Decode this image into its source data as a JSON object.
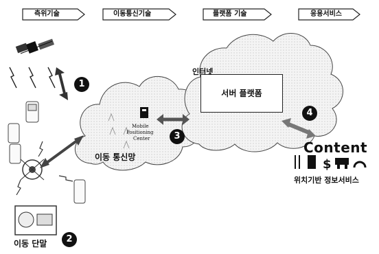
{
  "header": {
    "steps": [
      {
        "label": "측위기술"
      },
      {
        "label": "이동통신기술"
      },
      {
        "label": "플랫폼 기술"
      },
      {
        "label": "응용서비스"
      }
    ]
  },
  "nodes": {
    "internet_label": "인터넷",
    "server_platform_label": "서버 플랫폼",
    "mobile_network_label": "이동 통신망",
    "mpc_label_line1": "Mobile",
    "mpc_label_line2": "Positioning",
    "mpc_label_line3": "Center",
    "terminal_label": "이동 단말",
    "content_label": "Content",
    "lbs_label": "위치기반 정보서비스"
  },
  "markers": [
    "1",
    "2",
    "3",
    "4"
  ],
  "icons": [
    "satellite-icon",
    "signal-bolt-icon",
    "phone-icon",
    "base-station-icon",
    "mpc-server-icon",
    "cutlery-icon",
    "building-icon",
    "dollar-icon",
    "car-icon",
    "phone-handset-icon"
  ],
  "colors": {
    "background": "#ffffff",
    "ink": "#111111",
    "cloud_fill": "#eeeeee"
  }
}
